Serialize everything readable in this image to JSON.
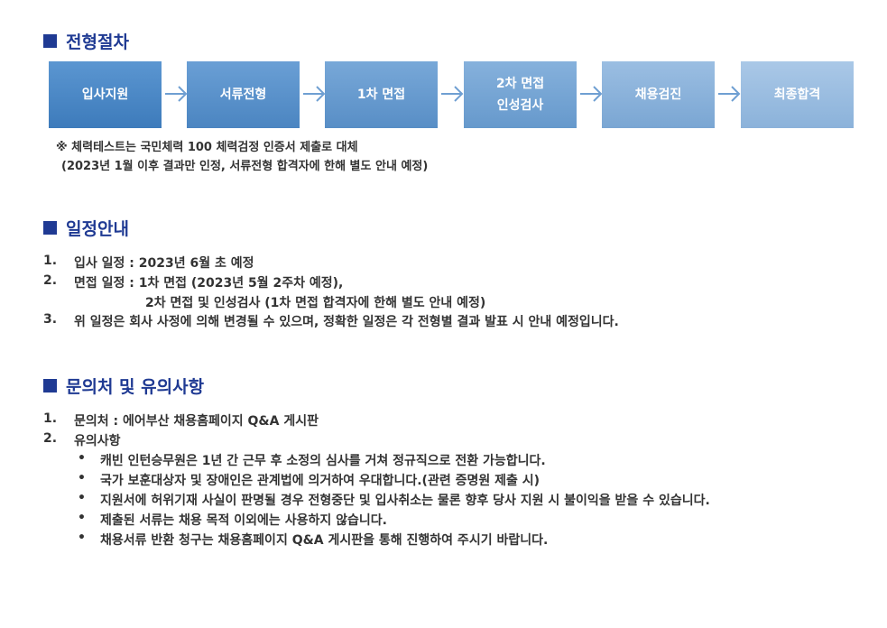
{
  "sections": {
    "process": {
      "title": "전형절차",
      "steps": [
        {
          "lines": [
            "입사지원"
          ],
          "color_top": "#5b96d1",
          "color_bottom": "#3d7bbb"
        },
        {
          "lines": [
            "서류전형"
          ],
          "color_top": "#6a9fd5",
          "color_bottom": "#4b85c1"
        },
        {
          "lines": [
            "1차 면접"
          ],
          "color_top": "#78a8d8",
          "color_bottom": "#588ec6"
        },
        {
          "lines": [
            "2차 면접",
            "인성검사"
          ],
          "color_top": "#86b1dc",
          "color_bottom": "#6699cc"
        },
        {
          "lines": [
            "채용검진"
          ],
          "color_top": "#9bbee2",
          "color_bottom": "#7aa6d3"
        },
        {
          "lines": [
            "최종합격"
          ],
          "color_top": "#aac8e7",
          "color_bottom": "#8bb2da"
        }
      ],
      "note": [
        "※ 체력테스트는 국민체력 100 체력검정 인증서 제출로 대체",
        "(2023년 1월 이후 결과만 인정, 서류전형 합격자에 한해 별도 안내 예정)"
      ]
    },
    "schedule": {
      "title": "일정안내",
      "items": [
        {
          "num": "1.",
          "text": "입사 일정 : 2023년 6월 초 예정"
        },
        {
          "num": "2.",
          "text": "면접 일정 : 1차 면접 (2023년 5월 2주차 예정),",
          "cont": "2차 면접 및 인성검사 (1차 면접 합격자에 한해 별도 안내 예정)"
        },
        {
          "num": "3.",
          "text": "위 일정은 회사 사정에 의해 변경될 수 있으며, 정확한 일정은 각 전형별 결과 발표 시 안내 예정입니다."
        }
      ]
    },
    "contact": {
      "title": "문의처 및 유의사항",
      "items": [
        {
          "num": "1.",
          "text": "문의처 : 에어부산 채용홈페이지 Q&A 게시판"
        },
        {
          "num": "2.",
          "text": "유의사항"
        }
      ],
      "bullet": "•",
      "bullets": [
        "캐빈 인턴승무원은 1년 간 근무 후 소정의 심사를 거쳐 정규직으로 전환 가능합니다.",
        "국가 보훈대상자 및 장애인은 관계법에 의거하여 우대합니다.(관련 증명원 제출 시)",
        "지원서에 허위기재 사실이 판명될 경우 전형중단 및 입사취소는 물론 향후 당사 지원 시 불이익을 받을 수 있습니다.",
        "제출된 서류는 채용 목적 이외에는 사용하지 않습니다.",
        "채용서류 반환 청구는 채용홈페이지 Q&A 게시판을 통해 진행하여 주시기 바랍니다."
      ]
    }
  },
  "colors": {
    "title": "#1f3a93",
    "arrow": "#6f9fd2"
  }
}
